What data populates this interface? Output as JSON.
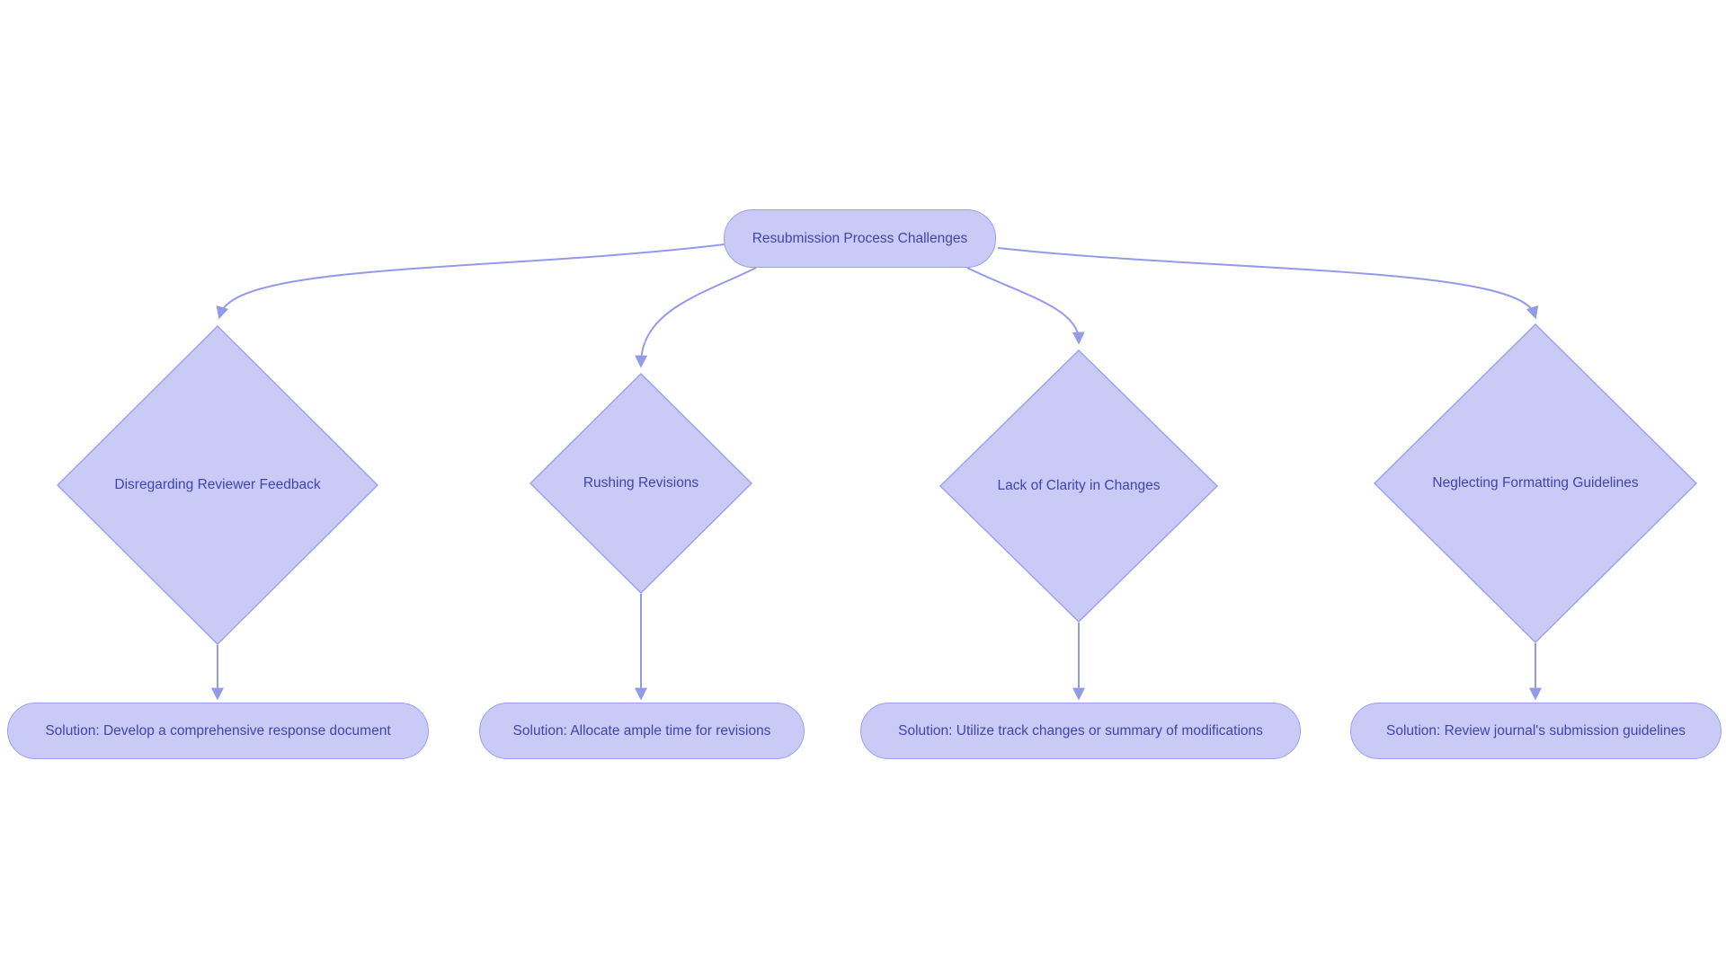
{
  "diagram": {
    "background": "#ffffff",
    "colors": {
      "node_fill": "#c9cbf6",
      "node_border": "#9b9ff0",
      "edge_stroke": "#939ae9",
      "text": "#3f44ae"
    },
    "root": {
      "label": "Resubmission Process Challenges"
    },
    "branches": [
      {
        "challenge": "Disregarding Reviewer Feedback",
        "solution": "Solution: Develop a comprehensive response document"
      },
      {
        "challenge": "Rushing Revisions",
        "solution": "Solution: Allocate ample time for revisions"
      },
      {
        "challenge": "Lack of Clarity in Changes",
        "solution": "Solution: Utilize track changes or summary of modifications"
      },
      {
        "challenge": "Neglecting Formatting Guidelines",
        "solution": "Solution: Review journal's submission guidelines"
      }
    ]
  }
}
